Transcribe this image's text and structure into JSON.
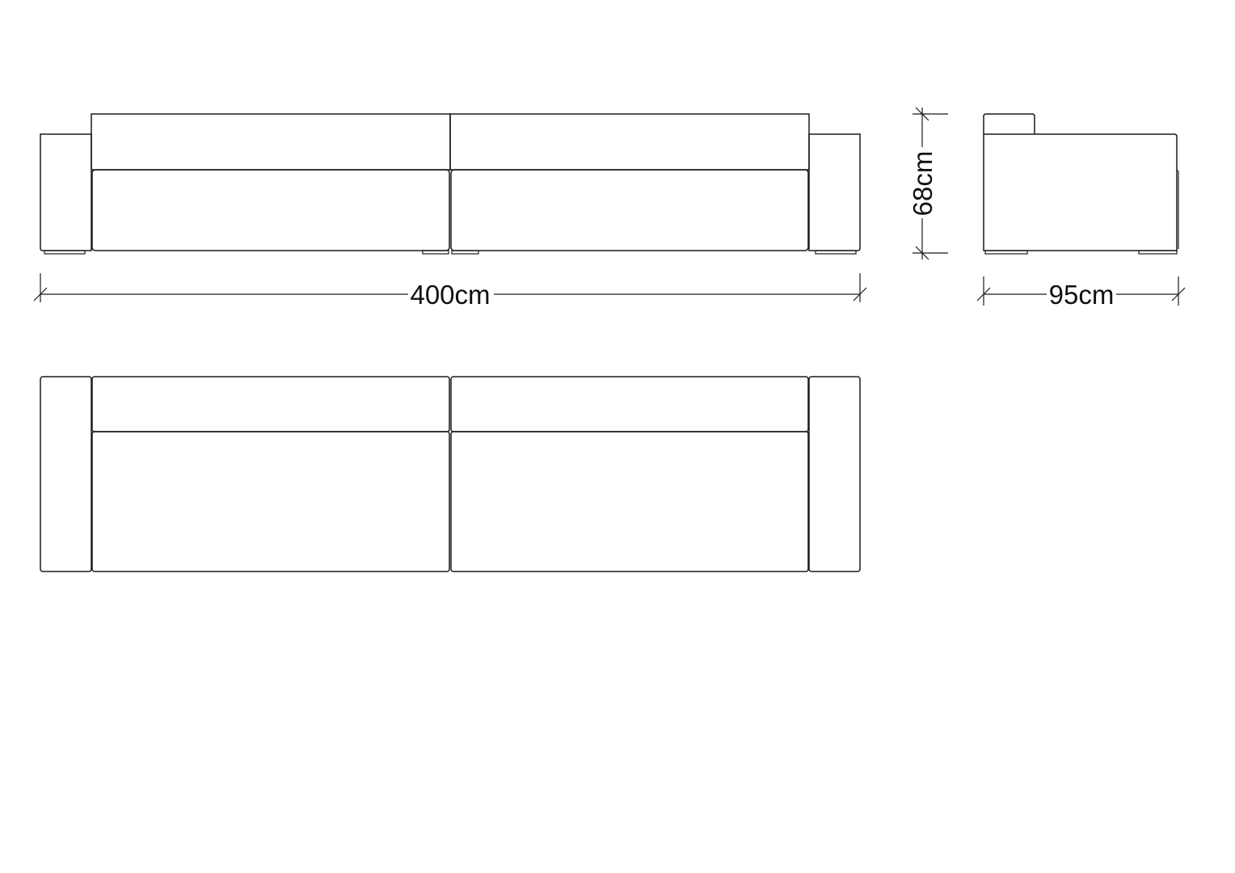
{
  "dimensions": {
    "width": "400cm",
    "height": "68cm",
    "depth": "95cm"
  },
  "colors": {
    "line": "#1a1a1a",
    "background": "#ffffff"
  }
}
